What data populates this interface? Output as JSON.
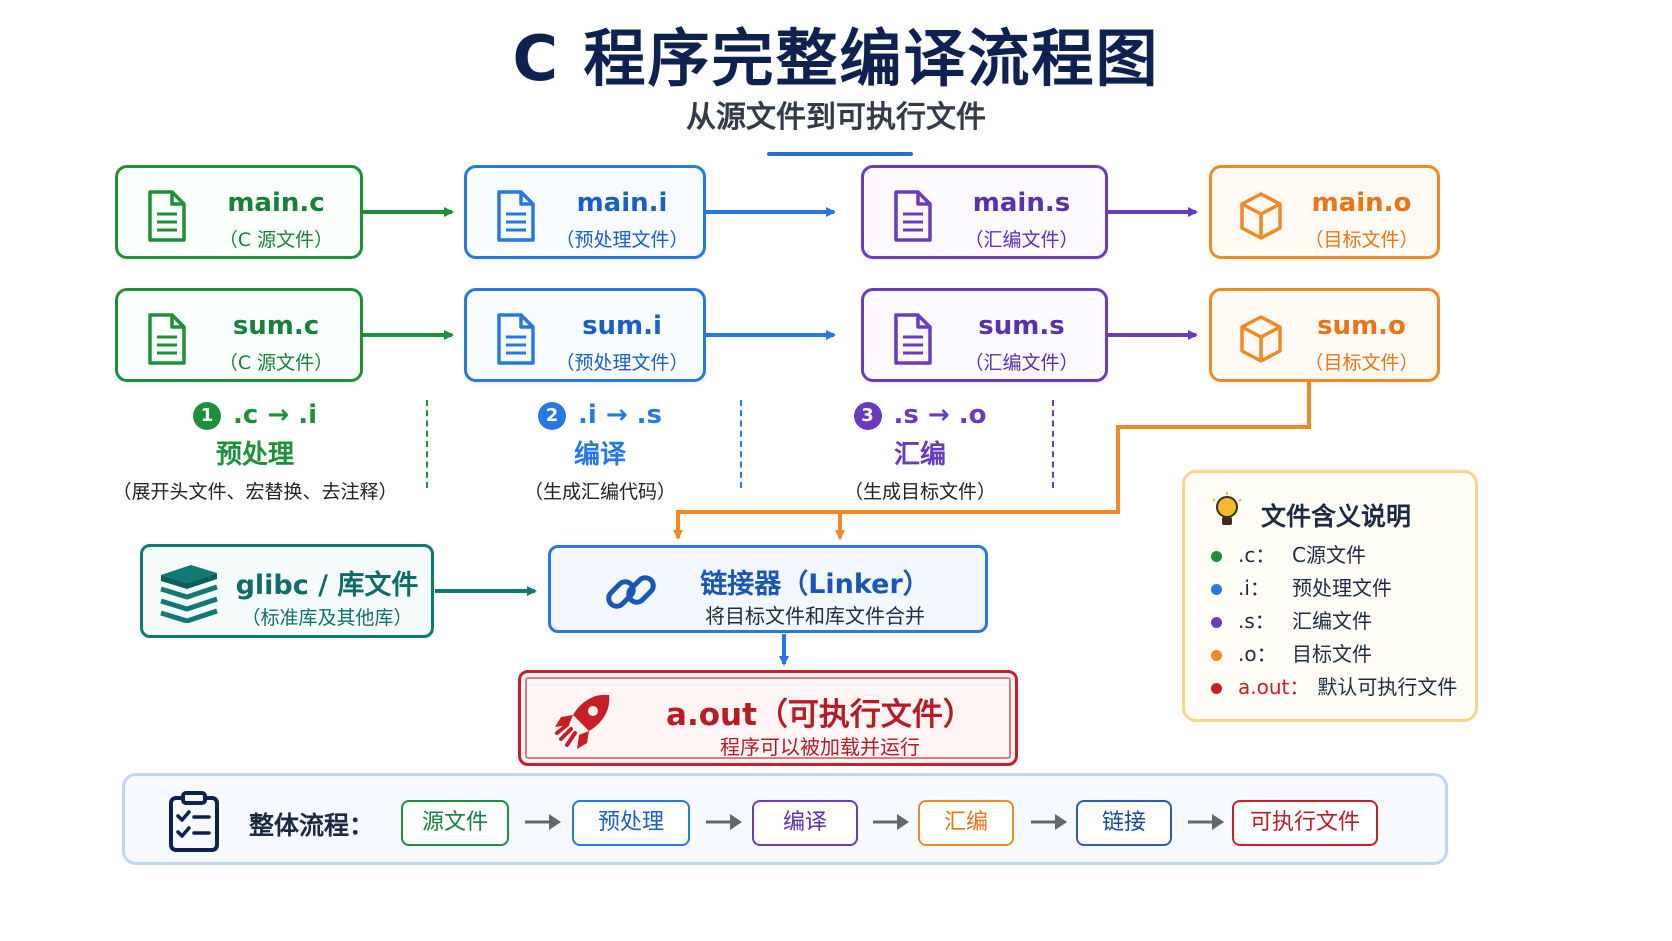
{
  "header": {
    "title": "C 程序完整编译流程图",
    "subtitle": "从源文件到可执行文件"
  },
  "colors": {
    "green": "#1e8f3a",
    "blue": "#2778e0",
    "purple": "#6b3bbf",
    "orange": "#f08a24",
    "teal": "#0f7a74",
    "red": "#c81e28",
    "navy": "#0f2150"
  },
  "files": {
    "main_c": {
      "name": "main.c",
      "desc": "（C 源文件）",
      "icon": "document-icon"
    },
    "main_i": {
      "name": "main.i",
      "desc": "（预处理文件）",
      "icon": "document-icon"
    },
    "main_s": {
      "name": "main.s",
      "desc": "（汇编文件）",
      "icon": "document-icon"
    },
    "main_o": {
      "name": "main.o",
      "desc": "（目标文件）",
      "icon": "cube-icon"
    },
    "sum_c": {
      "name": "sum.c",
      "desc": "（C 源文件）",
      "icon": "document-icon"
    },
    "sum_i": {
      "name": "sum.i",
      "desc": "（预处理文件）",
      "icon": "document-icon"
    },
    "sum_s": {
      "name": "sum.s",
      "desc": "（汇编文件）",
      "icon": "document-icon"
    },
    "sum_o": {
      "name": "sum.o",
      "desc": "（目标文件）",
      "icon": "cube-icon"
    }
  },
  "stages": [
    {
      "num": "1",
      "transform": ".c → .i",
      "name": "预处理",
      "desc": "（展开头文件、宏替换、去注释）"
    },
    {
      "num": "2",
      "transform": ".i → .s",
      "name": "编译",
      "desc": "（生成汇编代码）"
    },
    {
      "num": "3",
      "transform": ".s → .o",
      "name": "汇编",
      "desc": "（生成目标文件）"
    }
  ],
  "library": {
    "name": "glibc / 库文件",
    "desc": "（标准库及其他库）",
    "icon": "books-icon"
  },
  "linker": {
    "name": "链接器（Linker）",
    "desc": "将目标文件和库文件合并",
    "icon": "chain-link-icon"
  },
  "output": {
    "name": "a.out（可执行文件）",
    "desc": "程序可以被加载并运行",
    "icon": "rocket-icon"
  },
  "legend": {
    "title": "文件含义说明",
    "icon": "lightbulb-icon",
    "items": [
      {
        "key": ".c：",
        "value": "C源文件",
        "color": "#1e8f3a"
      },
      {
        "key": ".i：",
        "value": "预处理文件",
        "color": "#2778e0"
      },
      {
        "key": ".s：",
        "value": "汇编文件",
        "color": "#6b3bbf"
      },
      {
        "key": ".o：",
        "value": "目标文件",
        "color": "#f08a24"
      },
      {
        "key": "a.out：",
        "value": "默认可执行文件",
        "color": "#c81e28"
      }
    ]
  },
  "overall": {
    "title": "整体流程：",
    "icon": "clipboard-checklist-icon",
    "steps": [
      "源文件",
      "预处理",
      "编译",
      "汇编",
      "链接",
      "可执行文件"
    ]
  }
}
